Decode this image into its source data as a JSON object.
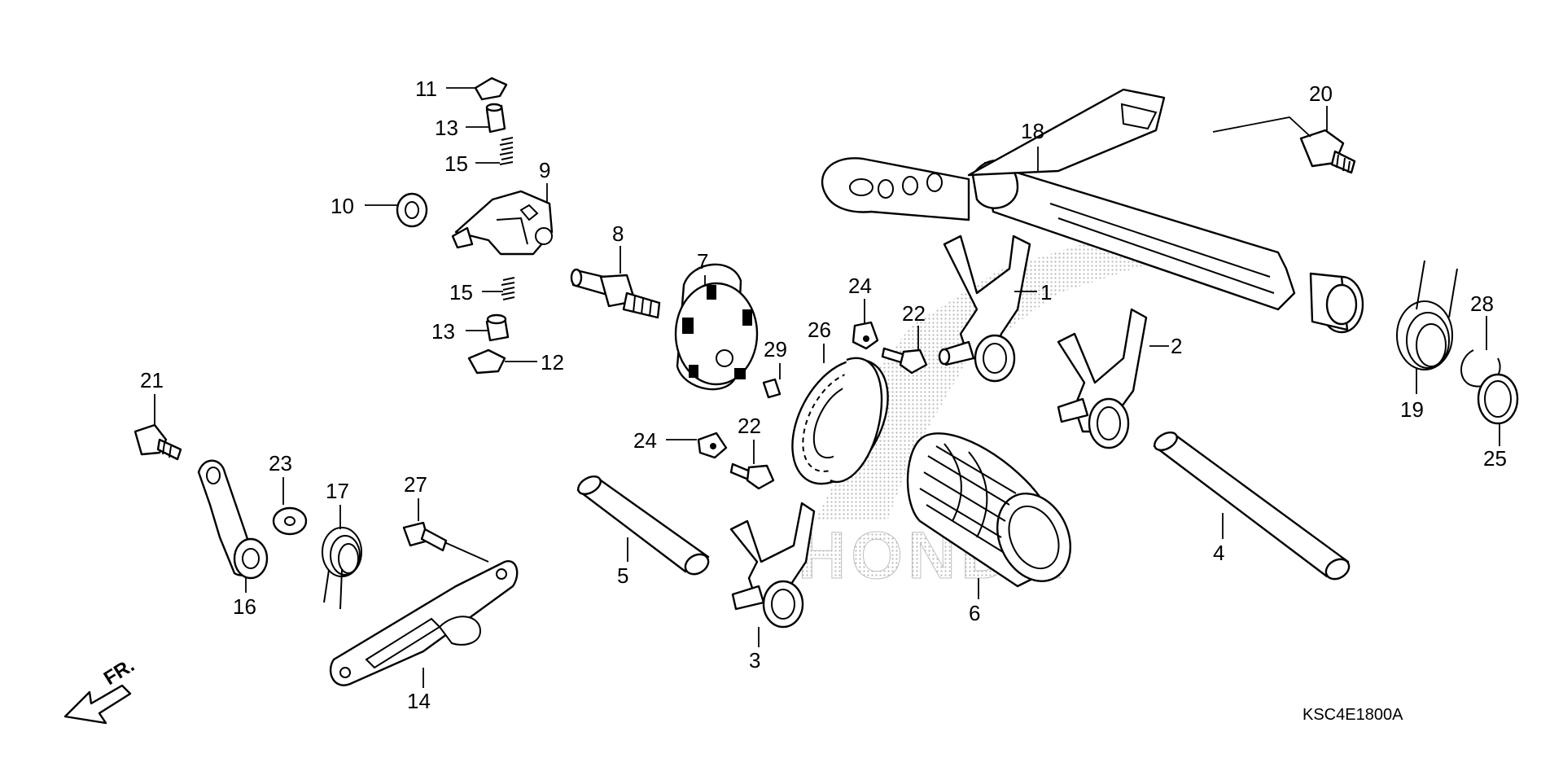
{
  "diagram": {
    "callouts": [
      "1",
      "2",
      "3",
      "4",
      "5",
      "6",
      "7",
      "8",
      "9",
      "10",
      "11",
      "12",
      "13",
      "13",
      "14",
      "15",
      "15",
      "16",
      "17",
      "18",
      "19",
      "20",
      "21",
      "22",
      "22",
      "23",
      "24",
      "24",
      "25",
      "26",
      "27",
      "28",
      "29"
    ],
    "direction_label": "FR.",
    "diagram_code": "KSC4E1800A",
    "watermark": "HONDA"
  }
}
